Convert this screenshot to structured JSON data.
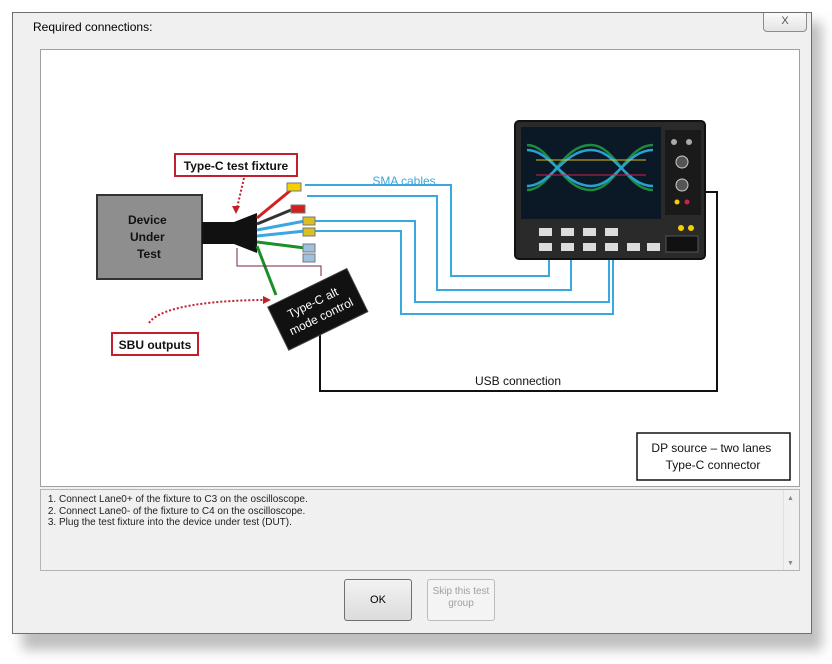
{
  "dialog": {
    "title": "Required connections:",
    "close_label": "X"
  },
  "diagram": {
    "device_label_lines": [
      "Device",
      "Under",
      "Test"
    ],
    "fixture_label": "Type-C test fixture",
    "sma_label": "SMA cables",
    "alt_mode_lines": [
      "Type-C alt",
      "mode control"
    ],
    "sbu_label": "SBU outputs",
    "usb_label": "USB connection",
    "dp_source_lines": [
      "DP source – two lanes",
      "Type-C connector"
    ]
  },
  "instructions": {
    "steps": [
      "Connect Lane0+ of the fixture to C3 on the oscilloscope.",
      "Connect Lane0- of the fixture to C4 on the oscilloscope.",
      "Plug the test fixture into the device under test (DUT)."
    ]
  },
  "buttons": {
    "ok_label": "OK",
    "skip_label_lines": [
      "Skip this test",
      "group"
    ]
  },
  "colors": {
    "sma_cable": "#3aa8e0",
    "callout_border": "#c0202a",
    "device_fill": "#8e8e8e"
  }
}
